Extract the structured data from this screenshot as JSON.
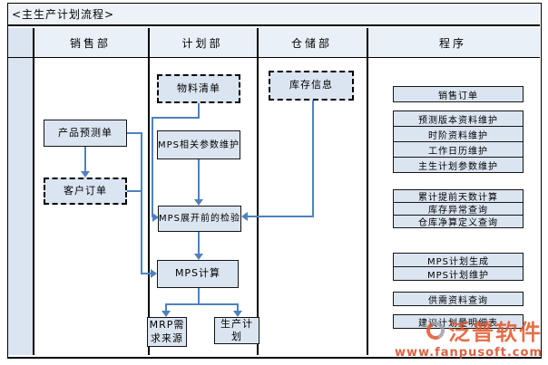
{
  "title": "<主生产计划流程>",
  "lanes": [
    {
      "title": ""
    },
    {
      "title": "销售部"
    },
    {
      "title": "计划部"
    },
    {
      "title": "仓储部"
    },
    {
      "title": "程序"
    }
  ],
  "nodes": {
    "product_forecast": "产品预测单",
    "customer_order": "客户订单",
    "bom": "物料清单",
    "mps_params": "MPS相关参数维护",
    "mps_check": "MPS展开前的检验",
    "mps_calc": "MPS计算",
    "mrp_source": "MRP需求来源",
    "production_plan": "生产计划",
    "inventory_info": "库存信息"
  },
  "programs": [
    "销售订单",
    "预测版本资料维护",
    "时阶资料维护",
    "工作日历维护",
    "主生计划参数维护",
    "累计提前天数计算",
    "库存异常查询",
    "仓库净算定义查询",
    "MPS计划生成",
    "MPS计划维护",
    "供需资料查询",
    "建议计划量明细表"
  ],
  "watermark": {
    "brand": "泛普软件",
    "url": "www.fanpusoft.com"
  },
  "colors": {
    "box_fill": "#dbe5f1",
    "line_blue": "#4f81bd",
    "watermark_orange": "#e0562b"
  }
}
